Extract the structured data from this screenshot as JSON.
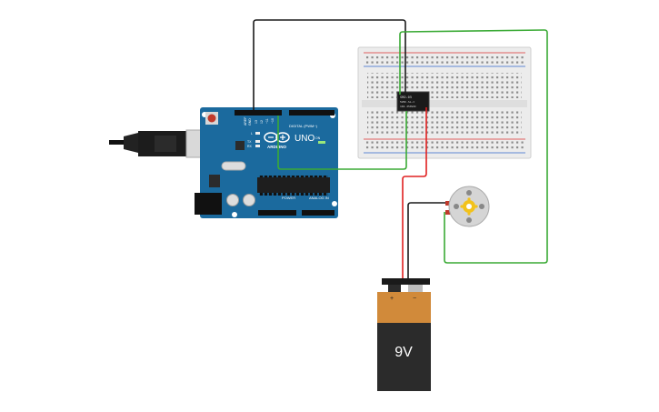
{
  "arduino": {
    "brand": "ARDUINO",
    "model": "UNO",
    "digital_label": "DIGITAL (PWM~)",
    "power_label": "POWER",
    "analog_label": "ANALOG IN",
    "tx_label": "TX",
    "rx_label": "RX",
    "l_label": "L",
    "on_label": "ON",
    "pin_aref": "AREF",
    "pin_gnd": "GND",
    "pin_13": "13",
    "pin_12": "12",
    "pin_11": "~11",
    "pin_10": "~10"
  },
  "relay": {
    "line1": "SRD-05",
    "line2": "5VDC-SL-C",
    "line3": "10A 250VAC"
  },
  "battery": {
    "voltage": "9V",
    "plus": "+",
    "minus": "−"
  },
  "colors": {
    "wire_black": "#1a1a1a",
    "wire_green": "#3aaa35",
    "wire_red": "#e02020",
    "board_blue": "#1b6a9e",
    "battery_orange": "#d18a3a",
    "battery_black": "#2b2b2b",
    "motor_yellow": "#f2c21b"
  }
}
